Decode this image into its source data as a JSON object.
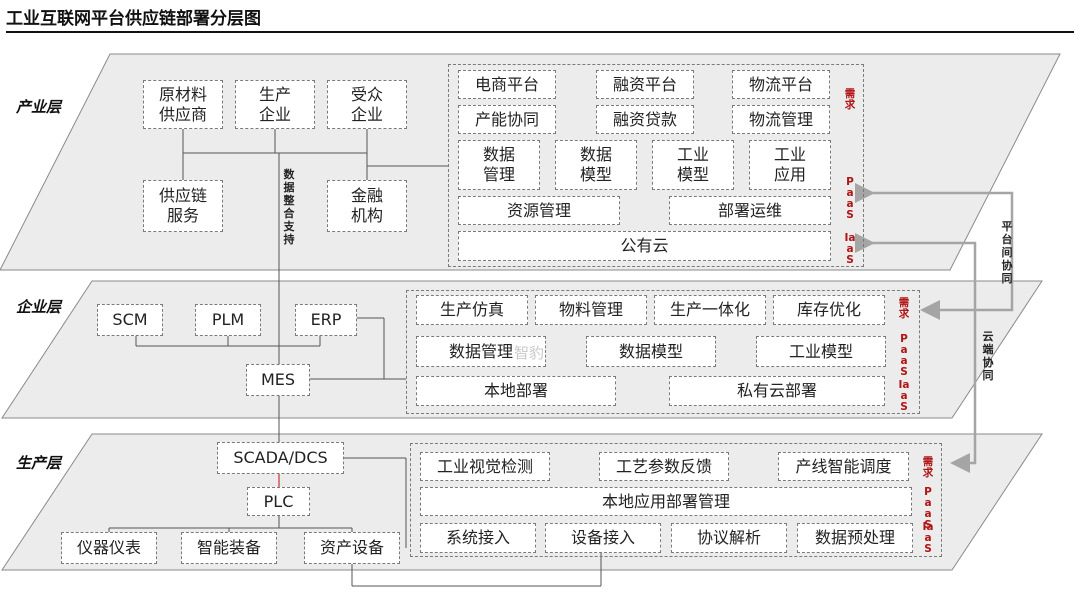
{
  "title": "工业互联网平台供应链部署分层图",
  "layers": {
    "industry": "产业层",
    "enterprise": "企业层",
    "production": "生产层"
  },
  "industry": {
    "raw_material": "原材料\n供应商",
    "production_enterprise": "生产\n企业",
    "recipient_enterprise": "受众\n企业",
    "supply_chain_service": "供应链\n服务",
    "financial_institution": "金融\n机构",
    "data_support_note": "数据整合支持",
    "platform": {
      "ecommerce": "电商平台",
      "financing_platform": "融资平台",
      "logistics_platform": "物流平台",
      "capacity_coop": "产能协同",
      "financing_loan": "融资贷款",
      "logistics_mgmt": "物流管理",
      "data_mgmt": "数据\n管理",
      "data_model": "数据\n模型",
      "industrial_model": "工业\n模型",
      "industrial_app": "工业\n应用",
      "resource_mgmt": "资源管理",
      "deploy_ops": "部署运维",
      "public_cloud": "公有云"
    },
    "tags": {
      "demand": "需求",
      "paas": "PaaS",
      "iaas": "IaaS"
    }
  },
  "enterprise": {
    "scm": "SCM",
    "plm": "PLM",
    "erp": "ERP",
    "mes": "MES",
    "platform": {
      "simulation": "生产仿真",
      "material_mgmt": "物料管理",
      "integration": "生产一体化",
      "inventory_opt": "库存优化",
      "data_mgmt": "数据管理",
      "data_model": "数据模型",
      "industrial_model": "工业模型",
      "local_deploy": "本地部署",
      "private_cloud": "私有云部署"
    },
    "tags": {
      "demand": "需求",
      "paas": "PaaS",
      "iaas": "IaaS"
    },
    "watermark": "智豹"
  },
  "production": {
    "scada": "SCADA/DCS",
    "plc": "PLC",
    "instruments": "仪器仪表",
    "smart_equipment": "智能装备",
    "asset_equipment": "资产设备",
    "platform": {
      "vision_inspection": "工业视觉检测",
      "process_feedback": "工艺参数反馈",
      "line_scheduling": "产线智能调度",
      "local_app_mgmt": "本地应用部署管理",
      "system_access": "系统接入",
      "device_access": "设备接入",
      "protocol_parse": "协议解析",
      "data_preprocess": "数据预处理"
    },
    "tags": {
      "demand": "需求",
      "paas": "PaaS",
      "iaas": "IaaS"
    }
  },
  "notes": {
    "cross_platform": "平台间协同",
    "cloud_edge": "云端协同"
  },
  "colors": {
    "tag_red": "#b01515",
    "plane_fill": "#ececec",
    "arrow_gray": "#a5a5a5"
  }
}
